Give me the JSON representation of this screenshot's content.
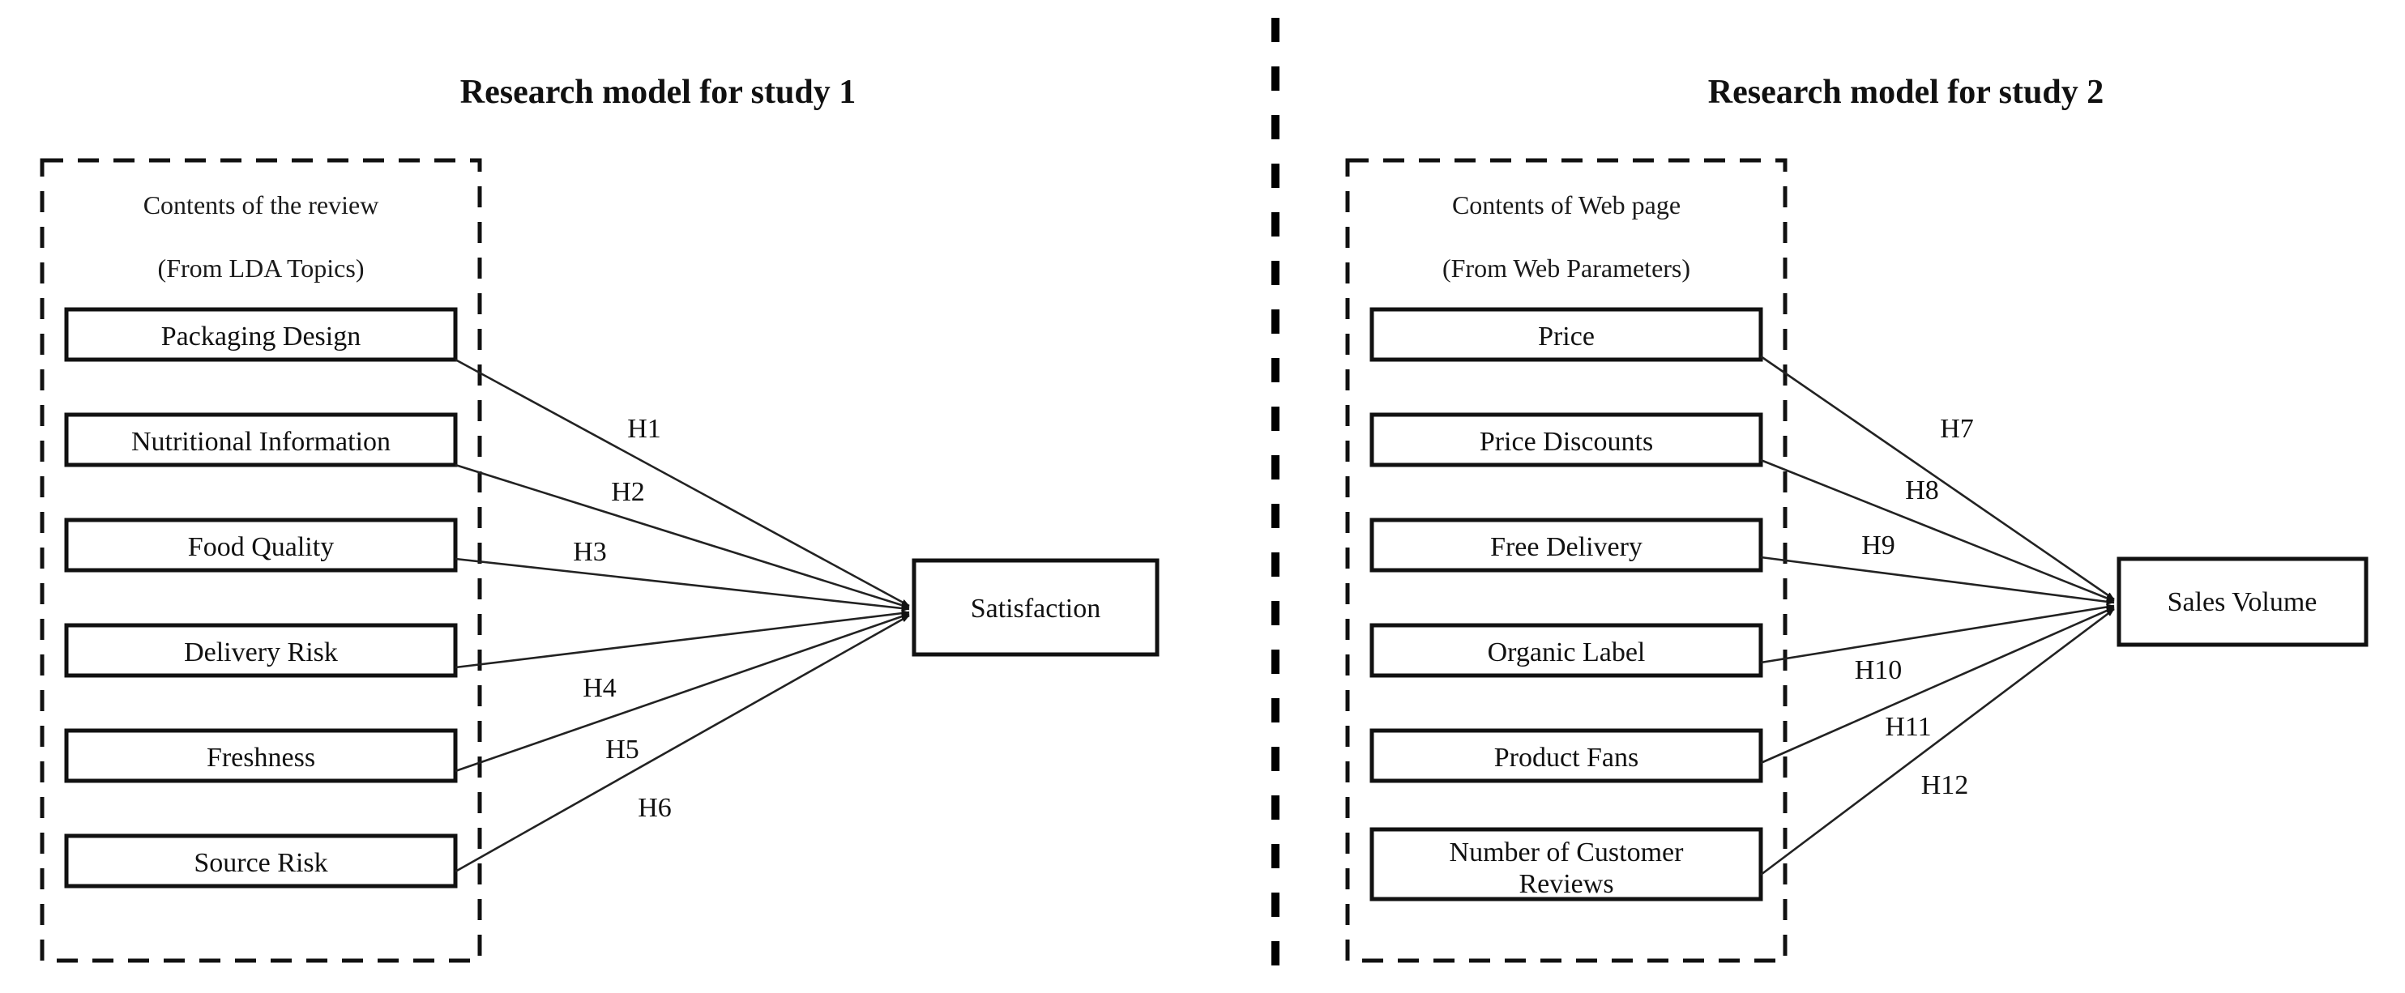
{
  "figure": {
    "background_color": "#ffffff",
    "line_color": "#111111",
    "divider_name": "vertical-dashed-divider"
  },
  "panels": [
    {
      "id": "study1",
      "title": "Research model for study 1",
      "group": {
        "caption_line1": "Contents of the review",
        "caption_line2": "(From LDA Topics)"
      },
      "nodes": [
        {
          "label": "Packaging Design"
        },
        {
          "label": "Nutritional Information"
        },
        {
          "label": "Food Quality"
        },
        {
          "label": "Delivery Risk"
        },
        {
          "label": "Freshness"
        },
        {
          "label": "Source Risk"
        }
      ],
      "target": {
        "label": "Satisfaction"
      },
      "hypotheses": [
        {
          "id": "H1",
          "from": "Packaging Design",
          "to": "Satisfaction"
        },
        {
          "id": "H2",
          "from": "Nutritional Information",
          "to": "Satisfaction"
        },
        {
          "id": "H3",
          "from": "Food Quality",
          "to": "Satisfaction"
        },
        {
          "id": "H4",
          "from": "Delivery Risk",
          "to": "Satisfaction"
        },
        {
          "id": "H5",
          "from": "Freshness",
          "to": "Satisfaction"
        },
        {
          "id": "H6",
          "from": "Source Risk",
          "to": "Satisfaction"
        }
      ]
    },
    {
      "id": "study2",
      "title": "Research model for study 2",
      "group": {
        "caption_line1": "Contents of Web page",
        "caption_line2": "(From Web Parameters)"
      },
      "nodes": [
        {
          "label": "Price"
        },
        {
          "label": "Price Discounts"
        },
        {
          "label": "Free Delivery"
        },
        {
          "label": "Organic Label"
        },
        {
          "label": "Product Fans"
        },
        {
          "label": "Number of Customer",
          "label2": "Reviews"
        }
      ],
      "target": {
        "label": "Sales Volume"
      },
      "hypotheses": [
        {
          "id": "H7",
          "from": "Price",
          "to": "Sales Volume"
        },
        {
          "id": "H8",
          "from": "Price Discounts",
          "to": "Sales Volume"
        },
        {
          "id": "H9",
          "from": "Free Delivery",
          "to": "Sales Volume"
        },
        {
          "id": "H10",
          "from": "Organic Label",
          "to": "Sales Volume"
        },
        {
          "id": "H11",
          "from": "Product Fans",
          "to": "Sales Volume"
        },
        {
          "id": "H12",
          "from": "Number of Customer Reviews",
          "to": "Sales Volume"
        }
      ]
    }
  ]
}
